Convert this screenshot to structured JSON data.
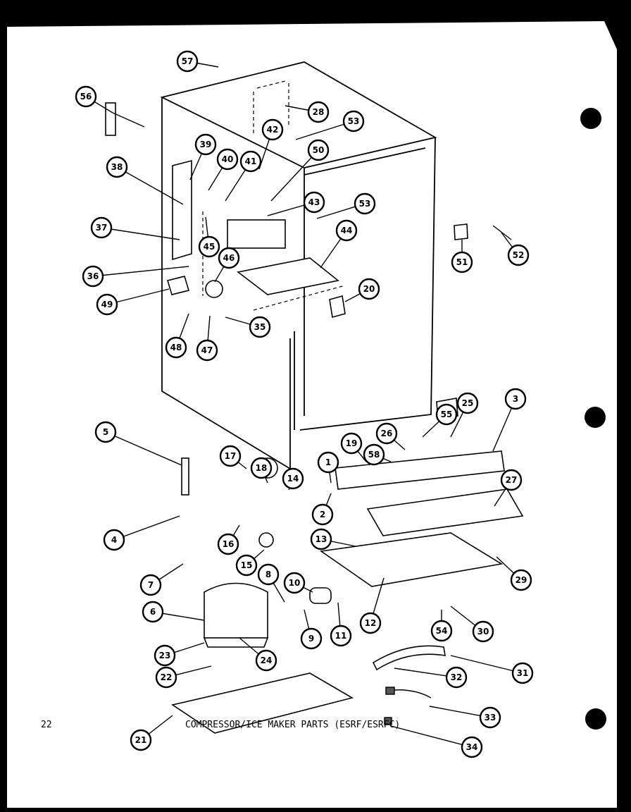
{
  "page_number": "22",
  "title": "COMPRESSOR/ICE MAKER PARTS (ESRF/ESRFC)",
  "callouts": [
    {
      "label": "57"
    },
    {
      "label": "56"
    },
    {
      "label": "28"
    },
    {
      "label": "42"
    },
    {
      "label": "53"
    },
    {
      "label": "39"
    },
    {
      "label": "40"
    },
    {
      "label": "41"
    },
    {
      "label": "50"
    },
    {
      "label": "38"
    },
    {
      "label": "43"
    },
    {
      "label": "53"
    },
    {
      "label": "37"
    },
    {
      "label": "45"
    },
    {
      "label": "44"
    },
    {
      "label": "51"
    },
    {
      "label": "52"
    },
    {
      "label": "46"
    },
    {
      "label": "36"
    },
    {
      "label": "49"
    },
    {
      "label": "20"
    },
    {
      "label": "35"
    },
    {
      "label": "48"
    },
    {
      "label": "47"
    },
    {
      "label": "5"
    },
    {
      "label": "55"
    },
    {
      "label": "25"
    },
    {
      "label": "3"
    },
    {
      "label": "26"
    },
    {
      "label": "17"
    },
    {
      "label": "18"
    },
    {
      "label": "19"
    },
    {
      "label": "58"
    },
    {
      "label": "1"
    },
    {
      "label": "14"
    },
    {
      "label": "27"
    },
    {
      "label": "2"
    },
    {
      "label": "4"
    },
    {
      "label": "16"
    },
    {
      "label": "13"
    },
    {
      "label": "15"
    },
    {
      "label": "29"
    },
    {
      "label": "10"
    },
    {
      "label": "7"
    },
    {
      "label": "8"
    },
    {
      "label": "6"
    },
    {
      "label": "12"
    },
    {
      "label": "9"
    },
    {
      "label": "11"
    },
    {
      "label": "54"
    },
    {
      "label": "30"
    },
    {
      "label": "23"
    },
    {
      "label": "24"
    },
    {
      "label": "31"
    },
    {
      "label": "22"
    },
    {
      "label": "32"
    },
    {
      "label": "33"
    },
    {
      "label": "21"
    },
    {
      "label": "34"
    }
  ]
}
